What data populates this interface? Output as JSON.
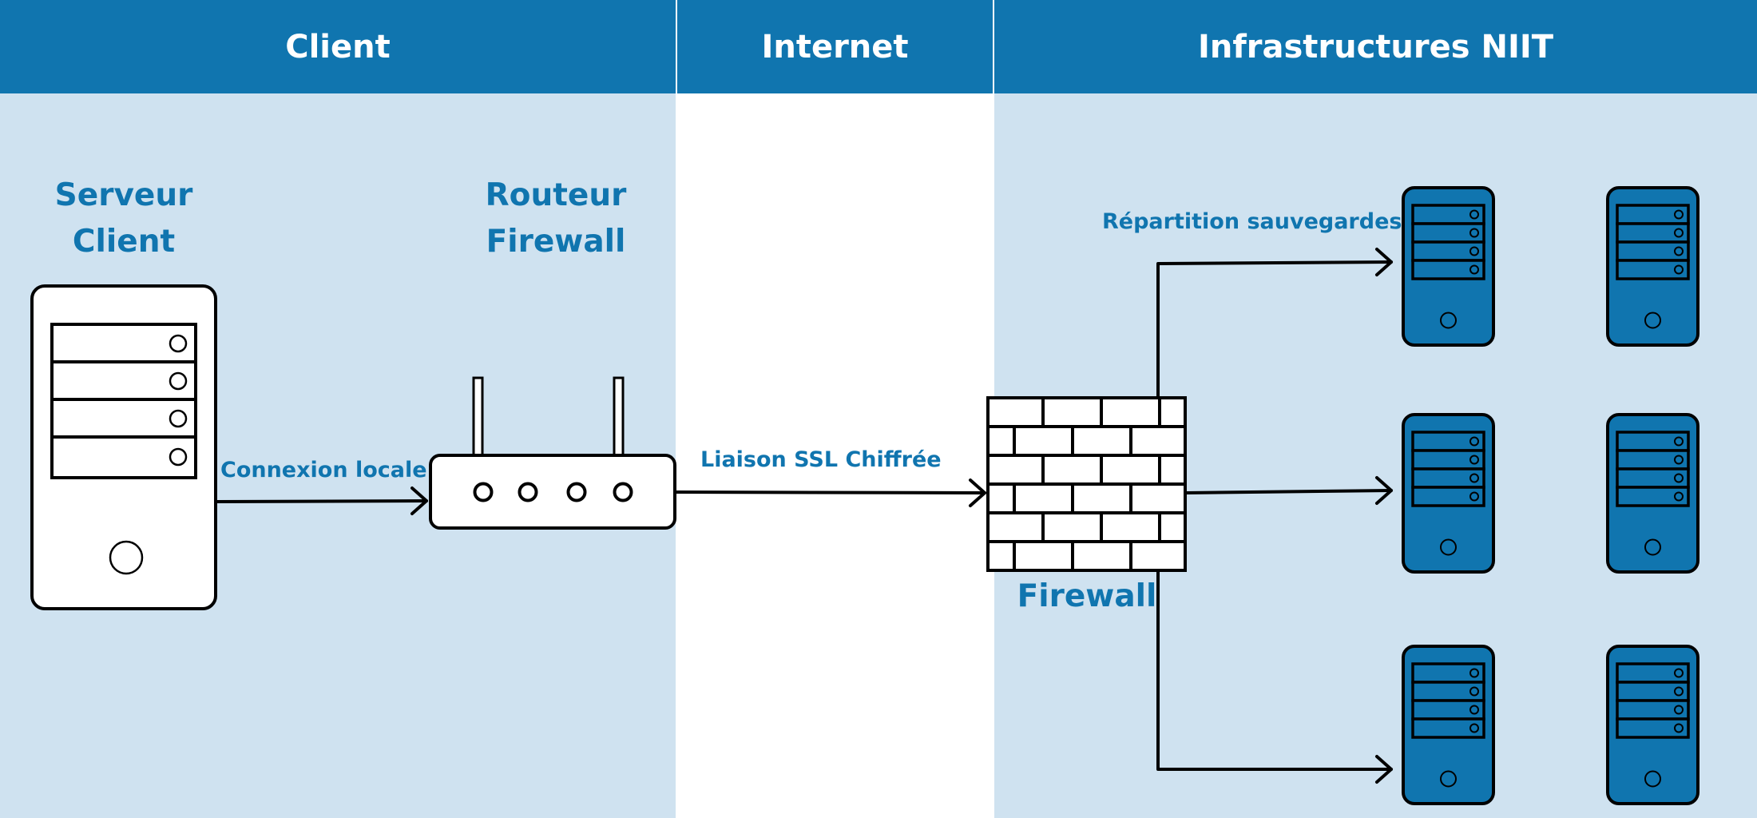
{
  "columns": {
    "client": "Client",
    "internet": "Internet",
    "infra": "Infrastructures NIIT"
  },
  "nodes": {
    "client_server": [
      "Serveur",
      "Client"
    ],
    "router": [
      "Routeur",
      "Firewall"
    ],
    "firewall": "Firewall",
    "backup_servers": 6
  },
  "links": {
    "local": "Connexion locale",
    "ssl": "Liaison SSL Chiffrée",
    "backup": "Répartition sauvegardes"
  },
  "colors": {
    "header": "#1075af",
    "zone": "#cfe2f0",
    "server": "#1075af",
    "line": "#000000"
  }
}
